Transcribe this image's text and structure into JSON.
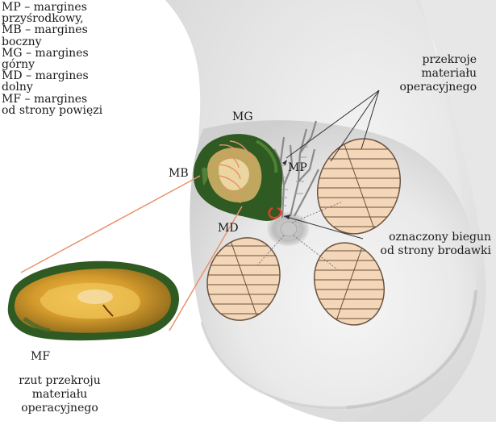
{
  "legend": [
    "MP – margines",
    "przyśrodkowy,",
    "MB – margines",
    "boczny",
    "MG – margines",
    "górny",
    "MD – margines",
    "dolny",
    "MF – margines",
    "od strony powięzi"
  ],
  "labels": {
    "mg": "MG",
    "mb": "MB",
    "mp": "MP",
    "md": "MD",
    "mf": "MF",
    "cross_sections": [
      "przekroje",
      "materiału",
      "operacyjnego"
    ],
    "marked_pole": [
      "oznaczony biegun",
      "od strony brodawki"
    ],
    "projection": [
      "rzut przekroju",
      "materiału",
      "operacyjnego"
    ]
  },
  "colors": {
    "specimen_green": "#2f5a22",
    "specimen_yellow": "#d9a63a",
    "connector_orange": "#e9936a",
    "tumor_fill": "#f4d6b8",
    "breast_shade": "#cfcfcf"
  }
}
